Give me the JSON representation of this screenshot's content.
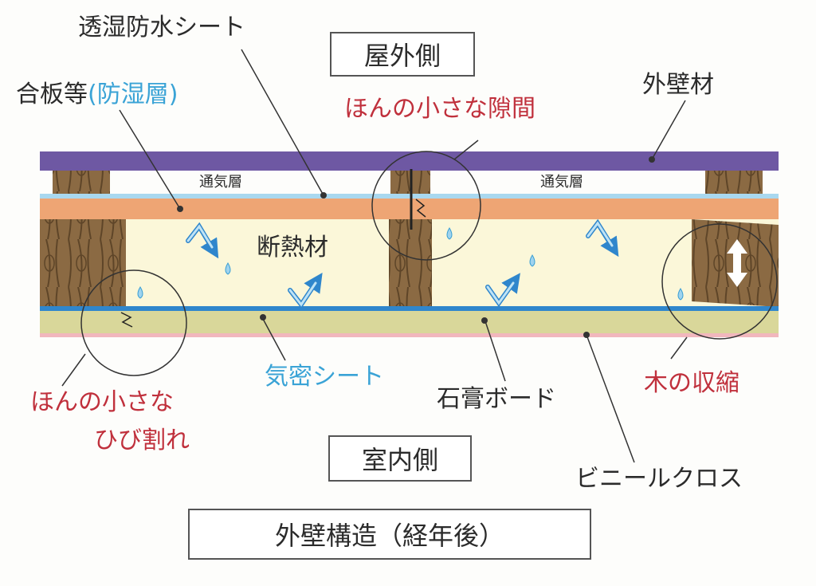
{
  "labels": {
    "outside": "屋外側",
    "inside": "室内側",
    "caption": "外壁構造（経年後）",
    "moisture_sheet": "透湿防水シート",
    "plywood": "合板等",
    "plywood_note": "(防湿層)",
    "small_gap": "ほんの小さな隙間",
    "exterior_wall": "外壁材",
    "ventilation_left": "通気層",
    "ventilation_right": "通気層",
    "insulation": "断熱材",
    "airtight_sheet": "気密シート",
    "crack_line1": "ほんの小さな",
    "crack_line2": "ひび割れ",
    "gypsum_board": "石膏ボード",
    "wood_shrink": "木の収縮",
    "vinyl_cloth": "ビニールクロス"
  },
  "colors": {
    "exterior_wall": "#6e58a3",
    "plywood": "#eea574",
    "moisture_sheet": "#a9d8ef",
    "insulation": "#fbf7d9",
    "airtight_sheet": "#2f86cc",
    "gypsum": "#d9d79a",
    "vinyl": "#f1b7bd",
    "wood": "#8b6a43",
    "accent_red": "#c0303c",
    "accent_blue": "#3aa3d6"
  }
}
